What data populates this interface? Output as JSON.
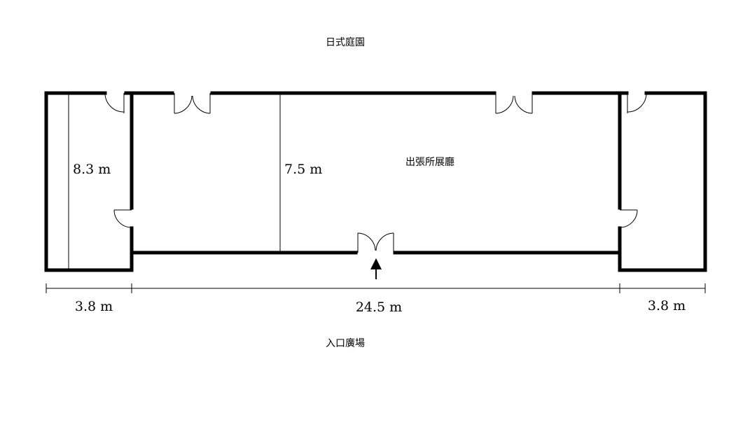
{
  "labels": {
    "top_area": "日式庭園",
    "main_room": "出張所展廳",
    "bottom_area": "入口廣場"
  },
  "dimensions": {
    "left_height": "8.3 m",
    "main_height": "7.5 m",
    "left_width": "3.8 m",
    "main_width": "24.5 m",
    "right_width": "3.8 m"
  },
  "icons": {
    "entrance": "entrance-arrow-icon",
    "door": "door-swing-icon"
  }
}
